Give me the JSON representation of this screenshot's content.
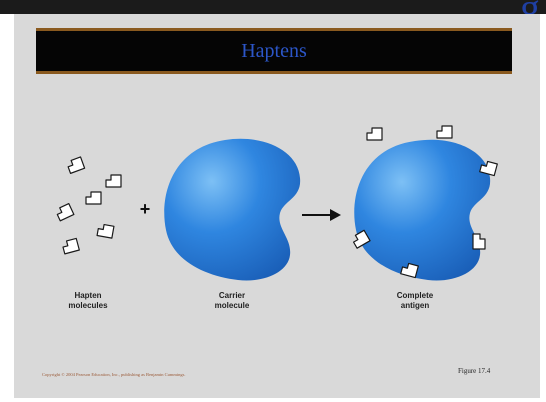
{
  "title": "Haptens",
  "corner_glyph": "g",
  "labels": {
    "hapten": [
      "Hapten",
      "molecules"
    ],
    "carrier": [
      "Carrier",
      "molecule"
    ],
    "antigen": [
      "Complete",
      "antigen"
    ]
  },
  "operators": {
    "plus": "+"
  },
  "copyright": "Copyright © 2004 Pearson Education, Inc., publishing as Benjamin Cummings.",
  "figure_label": "Figure 17.4",
  "colors": {
    "blob_main": "#2f86e0",
    "blob_dark": "#1a5fb8",
    "title_text": "#2c56c8",
    "title_border": "#8a5a1f"
  }
}
